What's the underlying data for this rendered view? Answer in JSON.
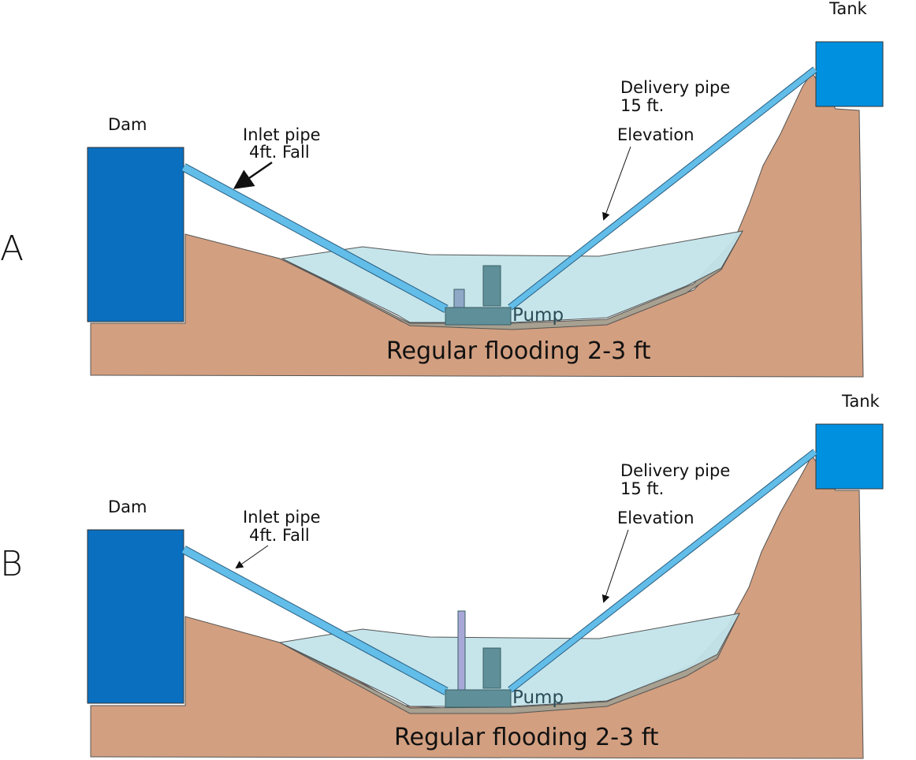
{
  "panels": [
    {
      "id": "A",
      "dam": "Dam",
      "tank": "Tank",
      "inlet_line1": "Inlet pipe",
      "inlet_line2": "4ft. Fall",
      "delivery_line1": "Delivery pipe",
      "delivery_line2": "15 ft.",
      "delivery_line3": "Elevation",
      "pump": "Pump",
      "flooding": "Regular flooding 2-3 ft"
    },
    {
      "id": "B",
      "dam": "Dam",
      "tank": "Tank",
      "inlet_line1": "Inlet pipe",
      "inlet_line2": "4ft. Fall",
      "delivery_line1": "Delivery pipe",
      "delivery_line2": "15 ft.",
      "delivery_line3": "Elevation",
      "pump": "Pump",
      "flooding": "Regular flooding 2-3 ft"
    }
  ],
  "colors": {
    "ground": "#d29f80",
    "dam": "#0a6fbf",
    "tank": "#0090e0",
    "water": "#c2e4ea",
    "pipe": "#62bde9",
    "pump": "#5f8f99",
    "silt": "#a8a090"
  }
}
